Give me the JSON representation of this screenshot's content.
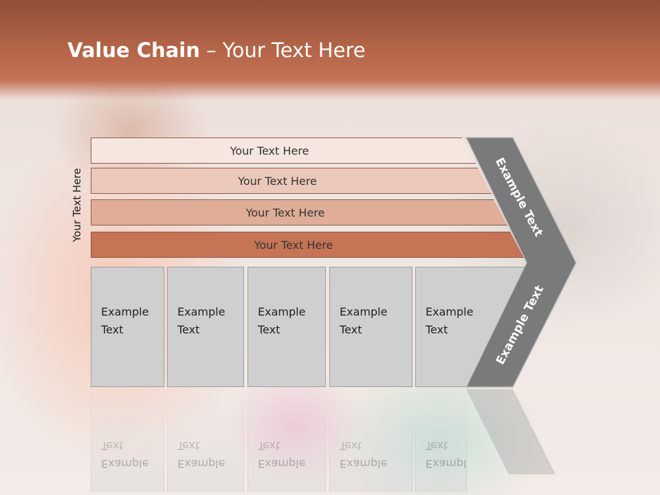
{
  "slide": {
    "title_bold": "Value Chain",
    "title_rest": " – Your Text Here",
    "side_label": "Your Text Here",
    "rows": [
      {
        "label": "Your Text Here",
        "color": "#f6e6e0"
      },
      {
        "label": "Your Text Here",
        "color": "#ecc8bb"
      },
      {
        "label": "Your Text Here",
        "color": "#dfad98"
      },
      {
        "label": "Your Text Here",
        "color": "#c57455"
      }
    ],
    "columns": [
      {
        "line1": "Example",
        "line2": "Text"
      },
      {
        "line1": "Example",
        "line2": "Text"
      },
      {
        "line1": "Example",
        "line2": "Text"
      },
      {
        "line1": "Example",
        "line2": "Text"
      },
      {
        "line1": "Example",
        "line2": "Text"
      }
    ],
    "chevron_top_label": "Example Text",
    "chevron_bottom_label": "Example Text",
    "colors": {
      "header": "#b8684a",
      "chevron": "#7a7a7a",
      "column": "#cfcfcf"
    }
  }
}
